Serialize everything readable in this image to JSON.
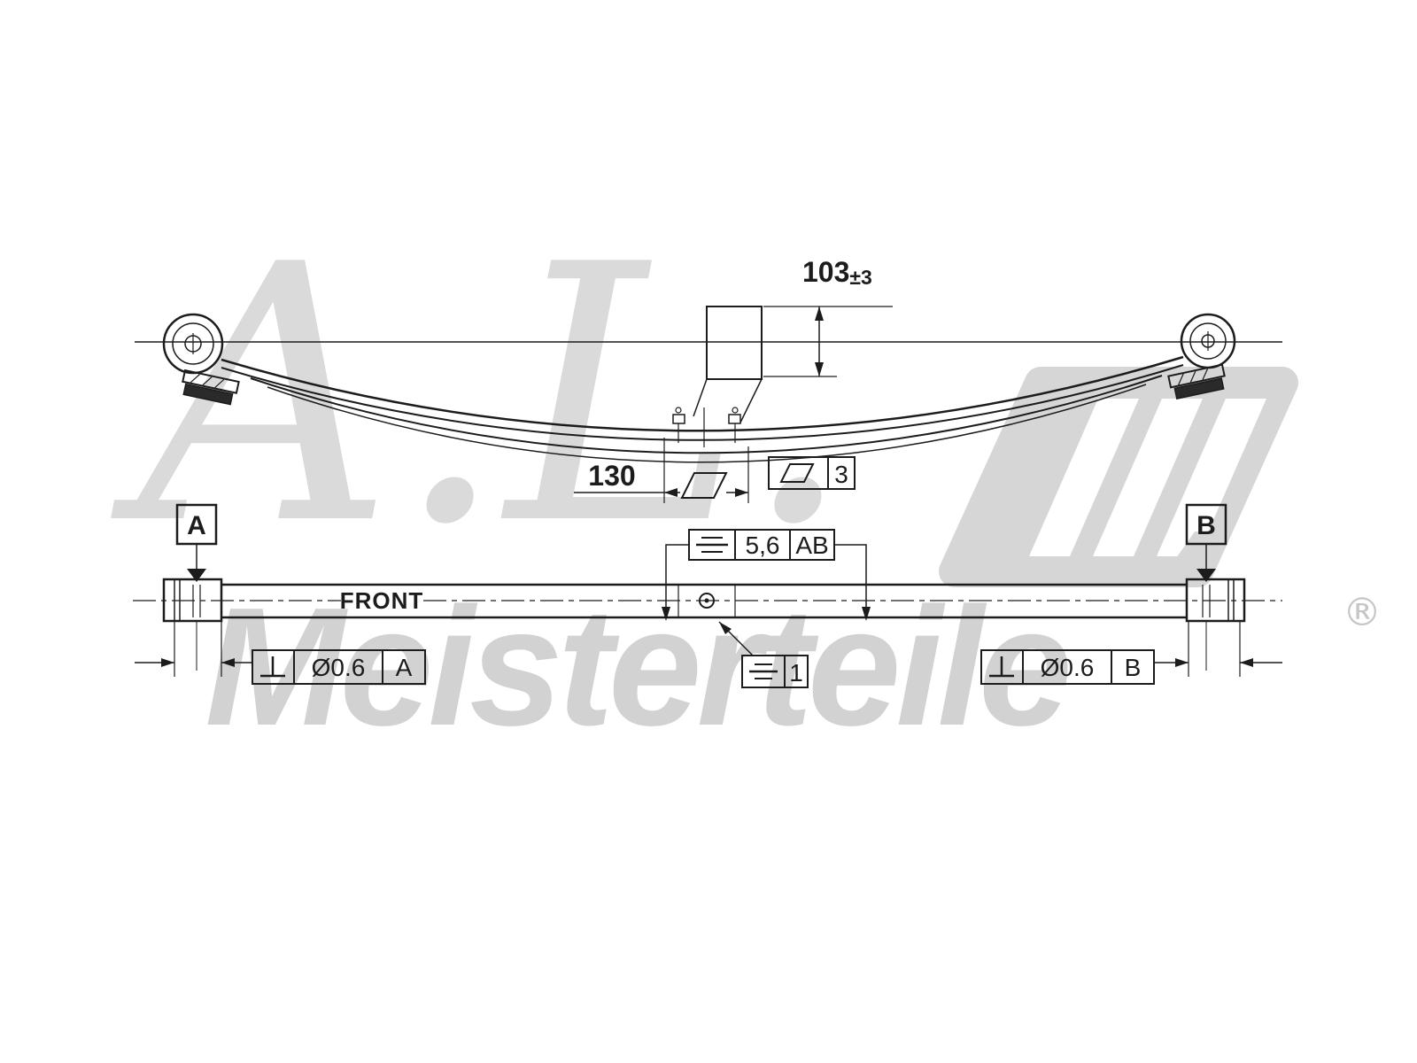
{
  "colors": {
    "line": "#1c1c1c",
    "watermark": "#d6d6d6",
    "background": "#ffffff"
  },
  "watermark": {
    "initials": "A.L.",
    "brand": "Meisterteile",
    "registered": "®"
  },
  "side_view": {
    "height_dim_value": "103",
    "height_dim_tolerance": "±3",
    "length_dim": "130",
    "flatness_value": "3"
  },
  "plan_view": {
    "front_label": "FRONT",
    "datum_a": "A",
    "datum_b": "B",
    "symmetry_upper": {
      "value": "5,6",
      "datums": "AB"
    },
    "symmetry_lower": {
      "value": "1"
    },
    "perp_left": {
      "value": "Ø0.6",
      "datum": "A"
    },
    "perp_right": {
      "value": "Ø0.6",
      "datum": "B"
    }
  }
}
